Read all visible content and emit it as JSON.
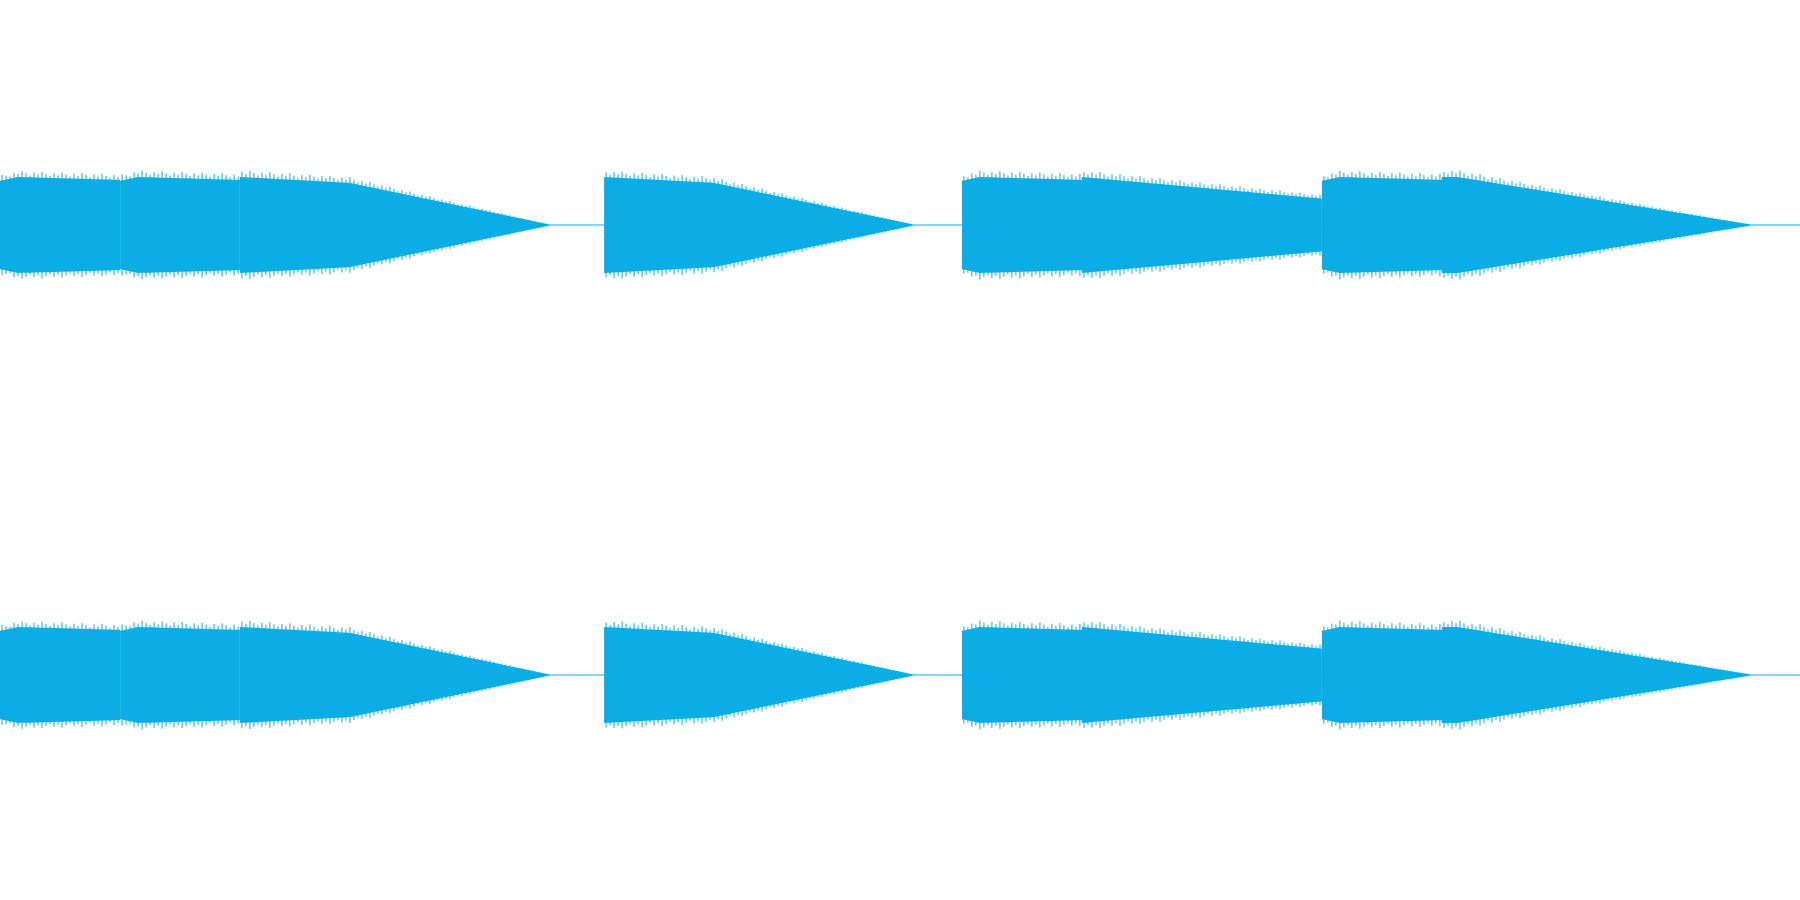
{
  "colors": {
    "background": "#ffffff",
    "waveform": "#0aaee4"
  },
  "track": {
    "channel_count": 2,
    "channels": [
      {
        "channel": 1
      },
      {
        "channel": 2
      }
    ],
    "duration_fraction_end": 0.8711
  },
  "notes": [
    {
      "start": 0.0,
      "end": 0.0667,
      "peak": 1.0,
      "envelope": "sustain"
    },
    {
      "start": 0.0667,
      "end": 0.1333,
      "peak": 1.0,
      "envelope": "sustain"
    },
    {
      "start": 0.1333,
      "end": 0.3067,
      "peak": 1.0,
      "envelope": "decay"
    },
    {
      "start": 0.3356,
      "end": 0.5089,
      "peak": 1.0,
      "envelope": "decay"
    },
    {
      "start": 0.5344,
      "end": 0.6011,
      "peak": 1.0,
      "envelope": "sustain"
    },
    {
      "start": 0.6011,
      "end": 0.7344,
      "peak": 1.0,
      "envelope": "tilted"
    },
    {
      "start": 0.7344,
      "end": 0.8011,
      "peak": 1.0,
      "envelope": "sustain"
    },
    {
      "start": 0.8011,
      "end": 0.9744,
      "peak": 1.0,
      "envelope": "decay-long"
    }
  ]
}
